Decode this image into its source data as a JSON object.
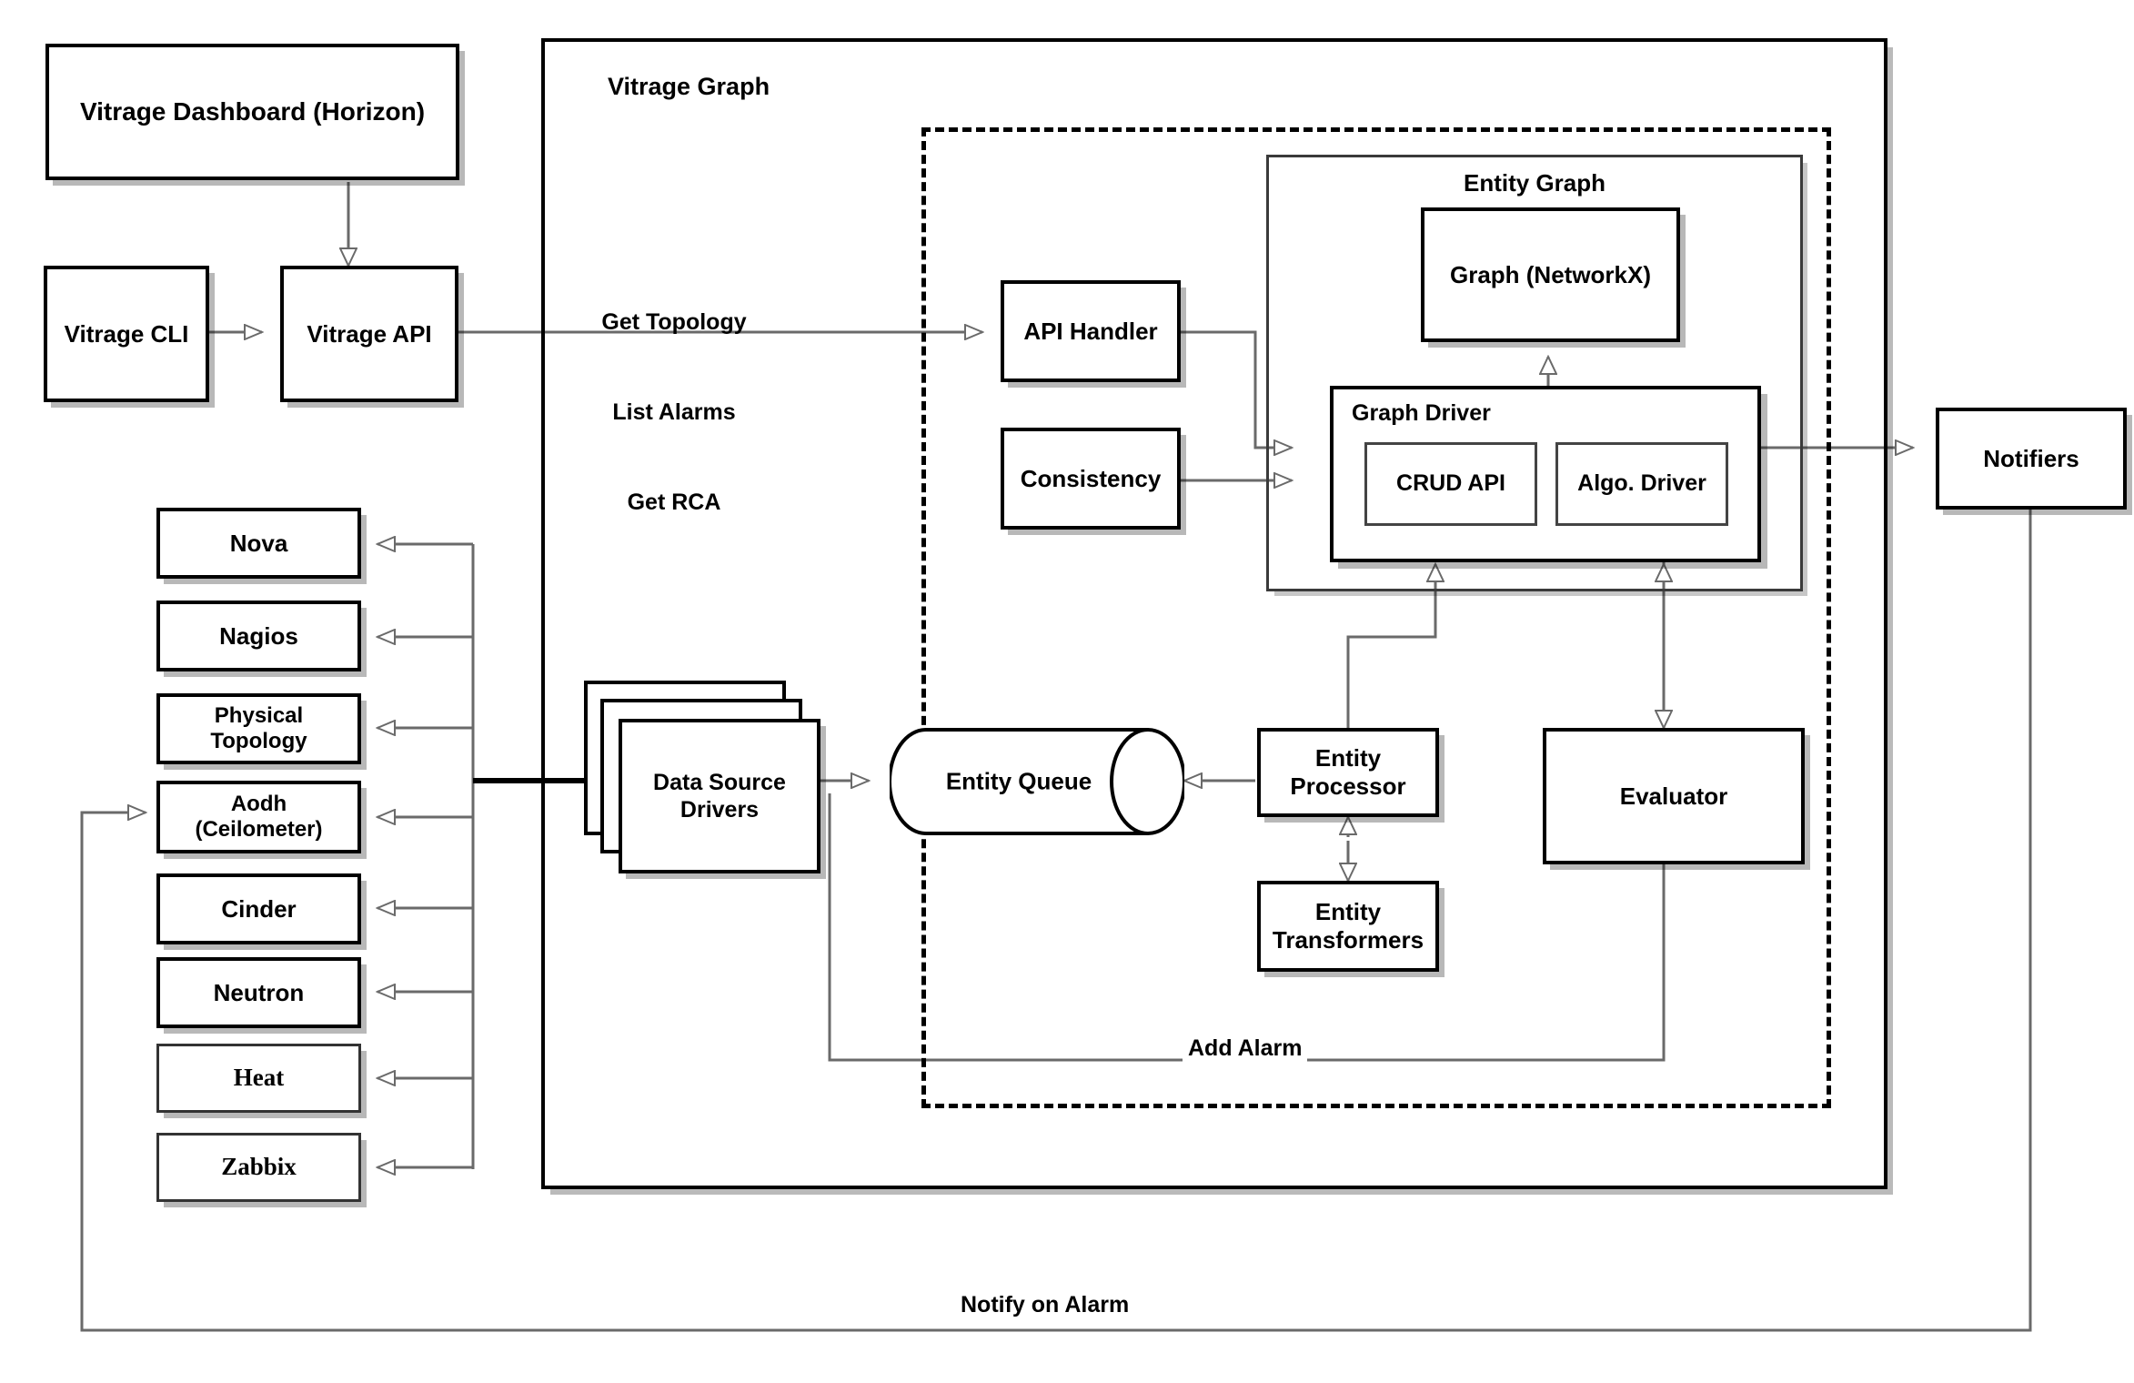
{
  "diagram": {
    "title_visible": false,
    "colors": {
      "stroke": "#000000",
      "wire": "#6a6a6a",
      "shadow": "rgba(0,0,0,0.28)",
      "background": "#ffffff"
    }
  },
  "external": {
    "dashboard": {
      "label": "Vitrage Dashboard (Horizon)"
    },
    "cli": {
      "label": "Vitrage CLI"
    },
    "api": {
      "label": "Vitrage API"
    },
    "notifiers": {
      "label": "Notifiers"
    }
  },
  "frames": {
    "vitrage_graph": {
      "label": "Vitrage Graph"
    },
    "entity_graph": {
      "label": "Entity Graph"
    },
    "processing_zone": {
      "label": ""
    },
    "outer": {
      "label": ""
    }
  },
  "graph_internals": {
    "api_handler": {
      "label": "API Handler"
    },
    "consistency": {
      "label": "Consistency"
    },
    "graph_networkx": {
      "label": "Graph (NetworkX)"
    },
    "graph_driver": {
      "label": "Graph Driver"
    },
    "crud_api": {
      "label": "CRUD API"
    },
    "algo_driver": {
      "label": "Algo. Driver"
    },
    "entity_queue": {
      "label": "Entity Queue"
    },
    "entity_processor": {
      "label": "Entity\nProcessor"
    },
    "entity_processor_line1": "Entity",
    "entity_processor_line2": "Processor",
    "entity_transformers_line1": "Entity",
    "entity_transformers_line2": "Transformers",
    "evaluator": {
      "label": "Evaluator"
    }
  },
  "data_source_drivers": {
    "label_line1": "Data Source",
    "label_line2": "Drivers"
  },
  "data_sources": [
    {
      "label": "Nova",
      "font": "sans",
      "weight": "thick"
    },
    {
      "label": "Nagios",
      "font": "sans",
      "weight": "thick"
    },
    {
      "label": "Physical\nTopology",
      "line1": "Physical",
      "line2": "Topology",
      "font": "sans",
      "weight": "thick"
    },
    {
      "label": "Aodh\n(Ceilometer)",
      "line1": "Aodh",
      "line2": "(Ceilometer)",
      "font": "sans",
      "weight": "thick"
    },
    {
      "label": "Cinder",
      "font": "sans",
      "weight": "thick"
    },
    {
      "label": "Neutron",
      "font": "sans",
      "weight": "thick"
    },
    {
      "label": "Heat",
      "font": "serif",
      "weight": "thin"
    },
    {
      "label": "Zabbix",
      "font": "serif",
      "weight": "thin"
    }
  ],
  "edge_labels": {
    "api_request_line1": "Get Topology",
    "api_request_line2": "List Alarms",
    "api_request_line3": "Get RCA",
    "add_alarm": "Add Alarm",
    "notify_on_alarm": "Notify on Alarm"
  }
}
